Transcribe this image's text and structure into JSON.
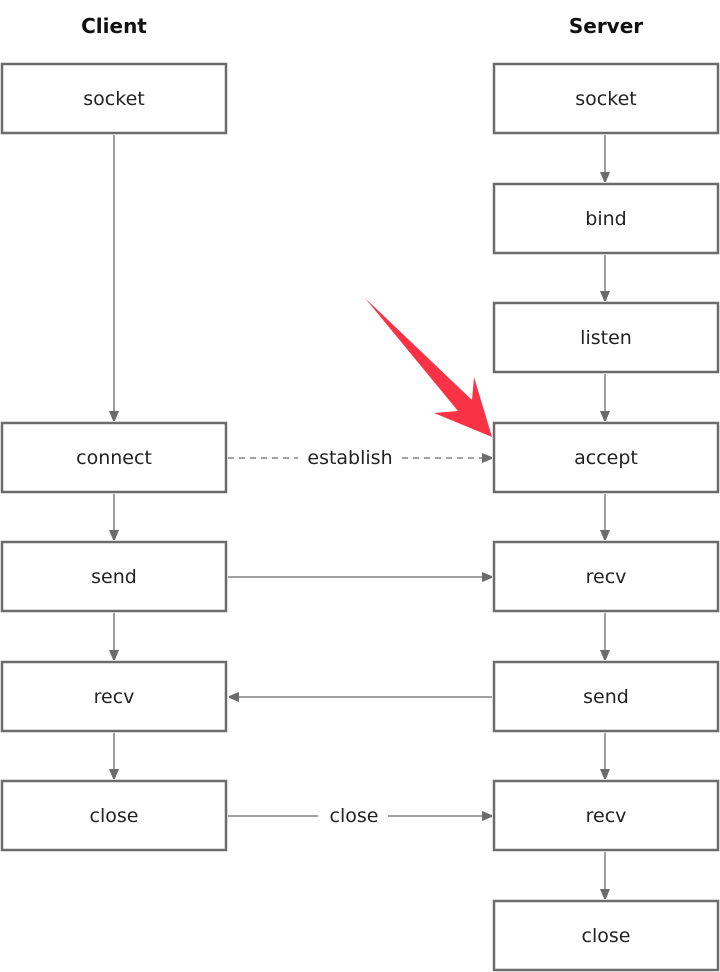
{
  "headers": {
    "client": "Client",
    "server": "Server"
  },
  "client_steps": [
    "socket",
    "connect",
    "send",
    "recv",
    "close"
  ],
  "server_steps": [
    "socket",
    "bind",
    "listen",
    "accept",
    "recv",
    "send",
    "recv",
    "close"
  ],
  "messages": {
    "establish": "establish",
    "close": "close"
  },
  "colors": {
    "box_stroke": "#6b6b6b",
    "highlight_arrow": "#f93345"
  }
}
